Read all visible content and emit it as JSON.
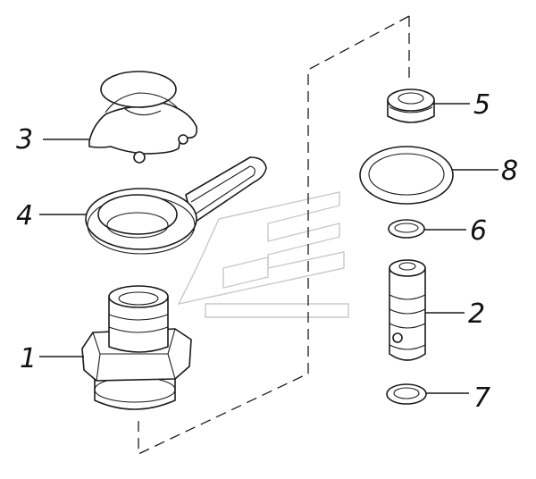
{
  "callouts": [
    {
      "id": "1",
      "text": "1"
    },
    {
      "id": "2",
      "text": "2"
    },
    {
      "id": "3",
      "text": "3"
    },
    {
      "id": "4",
      "text": "4"
    },
    {
      "id": "5",
      "text": "5"
    },
    {
      "id": "6",
      "text": "6"
    },
    {
      "id": "7",
      "text": "7"
    },
    {
      "id": "8",
      "text": "8"
    }
  ],
  "colors": {
    "line": "#1a1a1a",
    "watermark": "#c9c9c9",
    "background": "#ffffff"
  }
}
